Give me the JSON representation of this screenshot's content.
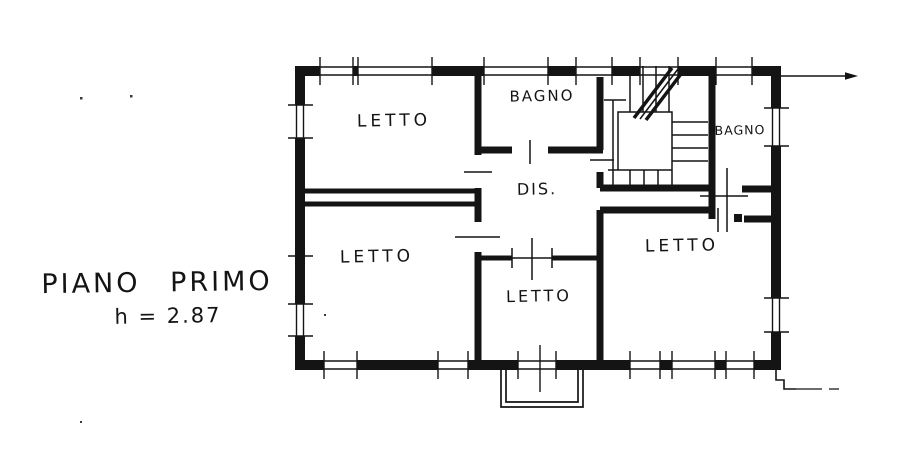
{
  "document": {
    "type": "scanned floor plan",
    "paper_color": "#ffffff",
    "ink_color": "#141414"
  },
  "title": {
    "floor_label": "PIANO PRIMO",
    "ceiling_height": "h = 2.87"
  },
  "rooms": {
    "letto_top_left": {
      "label": "LETTO"
    },
    "bagno_top": {
      "label": "BAGNO"
    },
    "bagno_right": {
      "label": "BAGNO"
    },
    "dis_hallway": {
      "label": "DIS."
    },
    "letto_mid_left": {
      "label": "LETTO"
    },
    "letto_bottom_center": {
      "label": "LETTO"
    },
    "letto_right": {
      "label": "LETTO"
    }
  },
  "icons": {
    "staircase": "u-shaped stair flight with diagonal break line",
    "exit_arrow": "right-pointing arrow",
    "balcony": "double-line balcony outline",
    "entry_steps": "stepped exterior landing"
  }
}
